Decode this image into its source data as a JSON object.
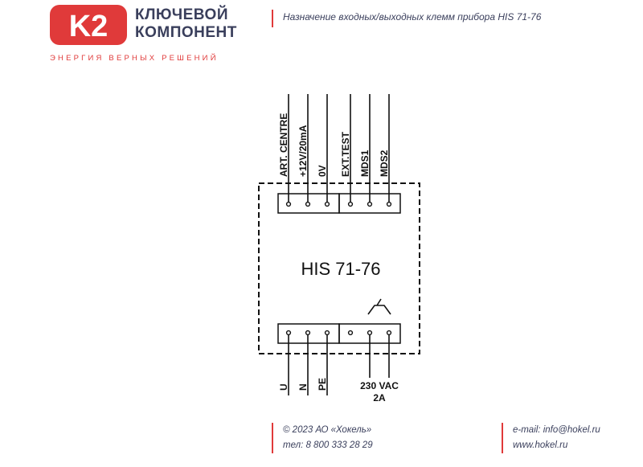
{
  "header": {
    "brand_line1": "КЛЮЧЕВОЙ",
    "brand_line2": "КОМПОНЕНТ",
    "tagline": "ЭНЕРГИЯ ВЕРНЫХ РЕШЕНИЙ",
    "title": "Назначение входных/выходных клемм прибора HIS 71-76",
    "logo_text": "K2"
  },
  "diagram": {
    "device_name": "HIS 71-76",
    "top_terminals": [
      "ART. CENTRE",
      "+12V/20mA",
      "0V",
      "EXT.TEST",
      "MDS1",
      "MDS2"
    ],
    "bottom_terminals": [
      "U",
      "N",
      "PE"
    ],
    "relay_label_line1": "230 VAC",
    "relay_label_line2": "2A"
  },
  "footer": {
    "copyright": "© 2023 АО «Хокель»",
    "phone": "тел: 8 800 333 28 29",
    "email": "e-mail: info@hokel.ru",
    "website": "www.hokel.ru"
  },
  "colors": {
    "accent": "#e03a3a",
    "text": "#3a3f5c"
  }
}
